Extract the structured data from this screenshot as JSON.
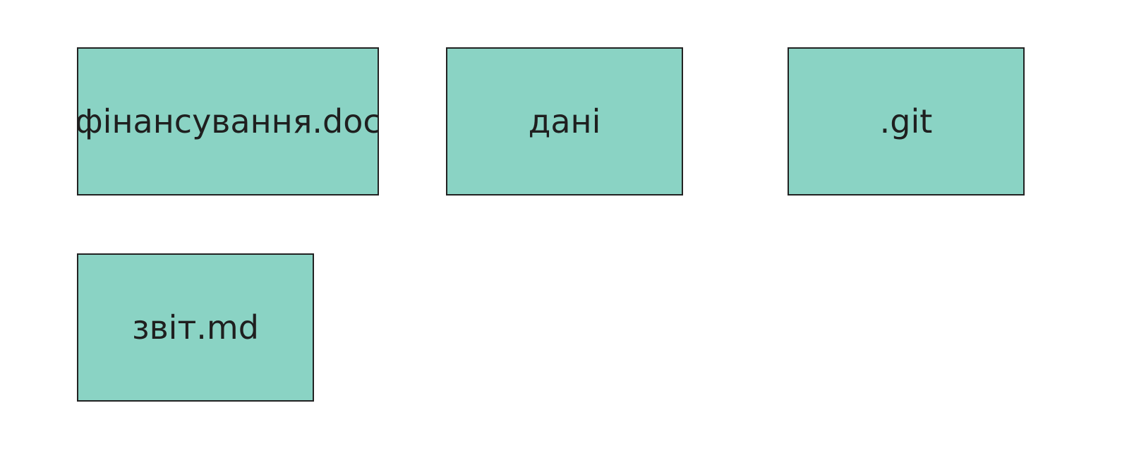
{
  "diagram": {
    "fill_color": "#8ad3c4",
    "border_color": "#222222",
    "background_color": "#ffffff",
    "nodes": [
      {
        "label": "фінансування.doc"
      },
      {
        "label": "дані"
      },
      {
        "label": ".git"
      },
      {
        "label": "звіт.md"
      }
    ]
  }
}
